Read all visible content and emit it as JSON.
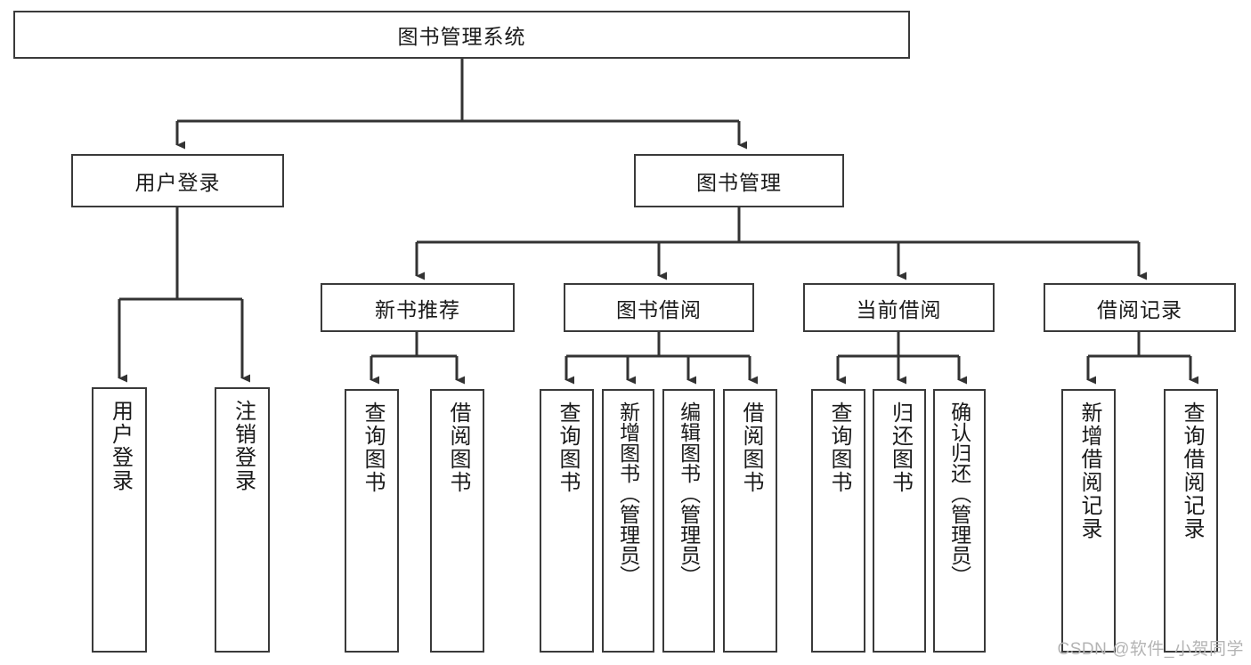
{
  "diagram": {
    "title": "图书管理系统",
    "type": "tree-hierarchy",
    "colors": {
      "box_stroke": "#3a3a3a",
      "box_fill": "#ffffff",
      "edge_stroke": "#333333",
      "text": "#1a1a1a",
      "watermark": "#b4b4b4"
    },
    "root": {
      "label": "图书管理系统"
    },
    "level2": [
      {
        "label": "用户登录"
      },
      {
        "label": "图书管理"
      }
    ],
    "level3": [
      {
        "label": "新书推荐"
      },
      {
        "label": "图书借阅"
      },
      {
        "label": "当前借阅"
      },
      {
        "label": "借阅记录"
      }
    ],
    "leaves": {
      "user_login": [
        {
          "label": "用户登录"
        },
        {
          "label": "注销登录"
        }
      ],
      "new_book_recommend": [
        {
          "label": "查询图书"
        },
        {
          "label": "借阅图书"
        }
      ],
      "book_borrow": [
        {
          "label": "查询图书"
        },
        {
          "label": "新增图书（管理员）"
        },
        {
          "label": "编辑图书（管理员）"
        },
        {
          "label": "借阅图书"
        }
      ],
      "current_borrow": [
        {
          "label": "查询图书"
        },
        {
          "label": "归还图书"
        },
        {
          "label": "确认归还（管理员）"
        }
      ],
      "borrow_record": [
        {
          "label": "新增借阅记录"
        },
        {
          "label": "查询借阅记录"
        }
      ]
    },
    "watermark": "CSDN @软件_小贺同学"
  }
}
